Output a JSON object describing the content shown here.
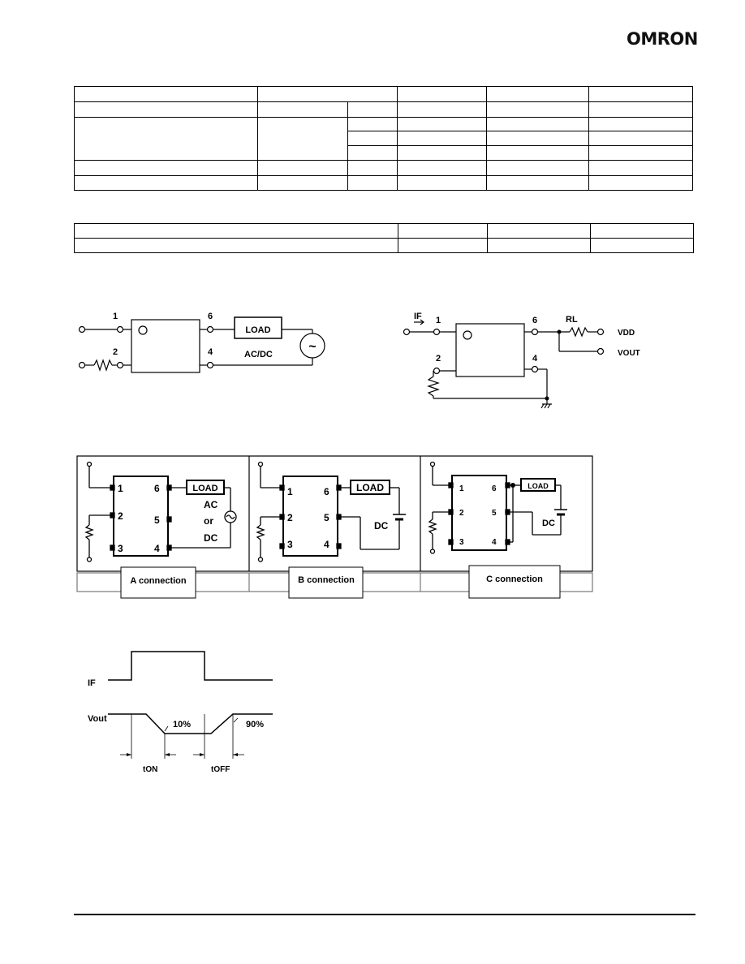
{
  "header": {
    "brand": "OMRON"
  },
  "circuit1": {
    "pins": [
      "1",
      "2",
      "6",
      "4"
    ],
    "load_label": "LOAD",
    "source_label": "AC/DC",
    "ac_symbol": "~"
  },
  "circuit2": {
    "if_label": "IF",
    "pins": [
      "1",
      "2",
      "6",
      "4"
    ],
    "rl_label": "RL",
    "vdd_label": "VDD",
    "vout_label": "VOUT"
  },
  "connections": {
    "a": {
      "pins": [
        "1",
        "2",
        "3",
        "6",
        "5",
        "4"
      ],
      "load_label": "LOAD",
      "source_lines": [
        "AC",
        "or",
        "DC"
      ],
      "caption": "A connection"
    },
    "b": {
      "pins": [
        "1",
        "2",
        "3",
        "6",
        "5",
        "4"
      ],
      "load_label": "LOAD",
      "source_label": "DC",
      "caption": "B connection"
    },
    "c": {
      "pins": [
        "1",
        "2",
        "3",
        "6",
        "5",
        "4"
      ],
      "load_label": "LOAD",
      "source_label": "DC",
      "caption": "C connection"
    }
  },
  "timing": {
    "if_label": "IF",
    "vout_label": "Vout",
    "pct_low": "10%",
    "pct_high": "90%",
    "ton_label": "tON",
    "toff_label": "tOFF"
  }
}
